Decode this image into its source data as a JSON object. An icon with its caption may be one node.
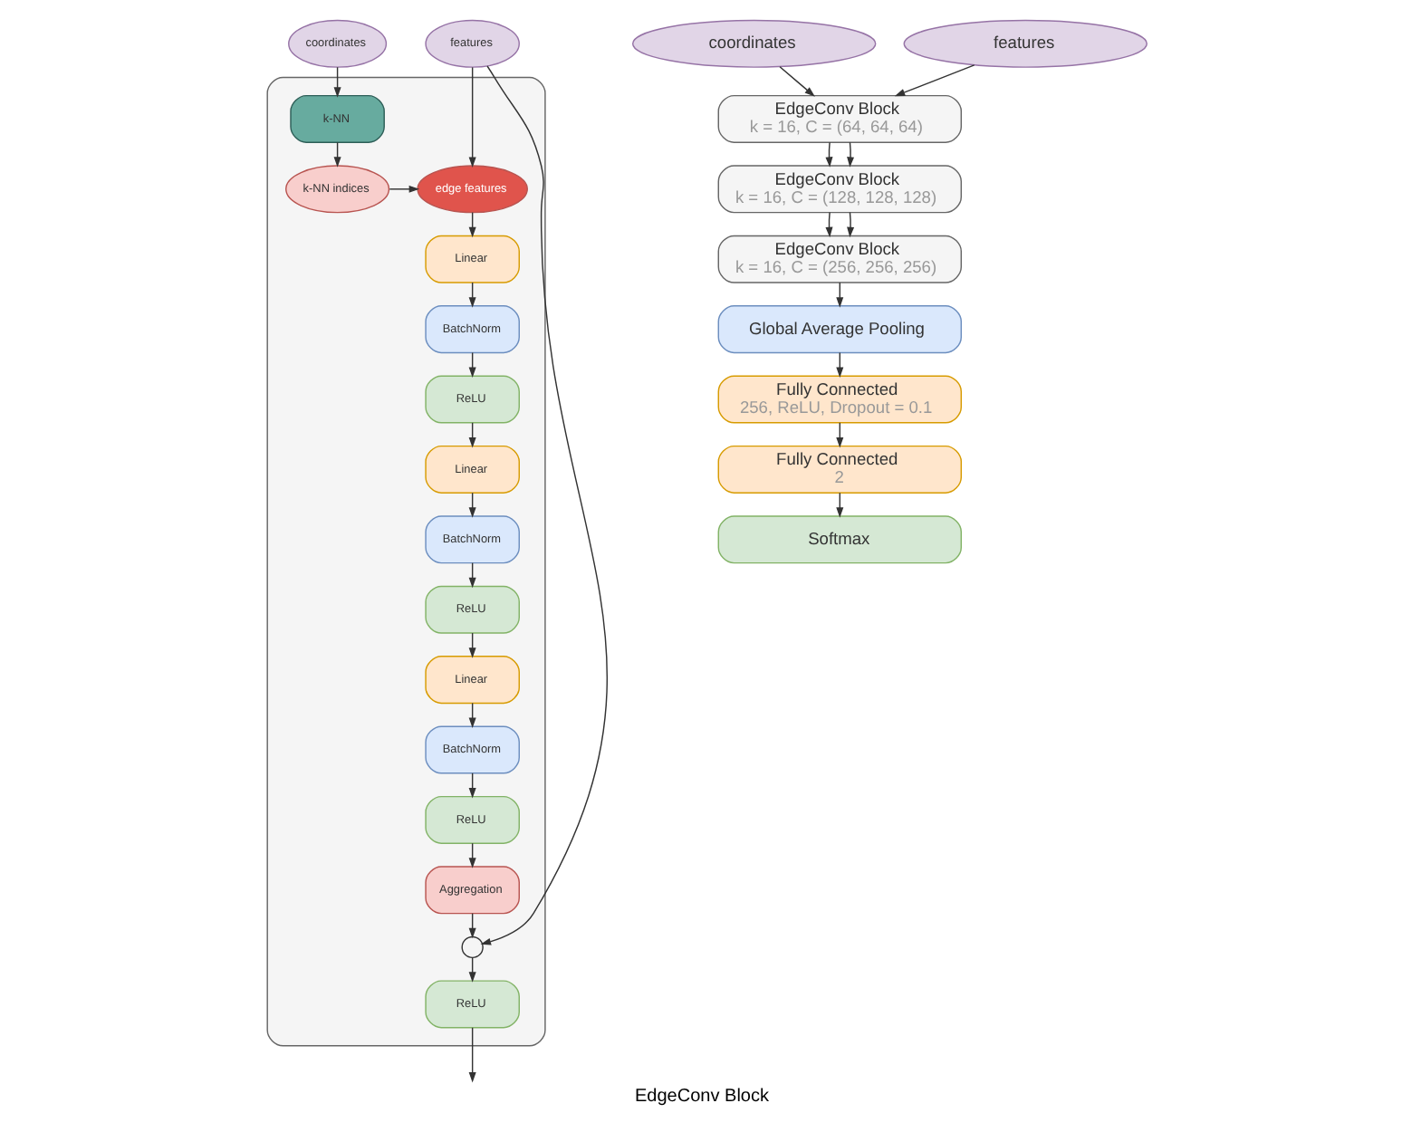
{
  "diagram": {
    "caption": "EdgeConv Block",
    "nodes": [
      {
        "text": [
          "coordinates"
        ]
      },
      {
        "text": [
          "features"
        ]
      },
      {
        "text": [],
        "shape": "box"
      },
      {
        "text": [
          "k-NN"
        ],
        "in": 2
      },
      {
        "text": [
          "k-NN indices"
        ],
        "in": 2
      },
      {
        "text": [
          "edge features"
        ],
        "in": 2
      },
      {
        "text": [
          "Linear"
        ],
        "in": 2
      },
      {
        "text": [
          "BatchNorm"
        ],
        "in": 2
      },
      {
        "text": [
          "ReLU"
        ],
        "in": 2
      },
      {
        "text": [
          "Linear"
        ],
        "in": 2
      },
      {
        "text": [
          "BatchNorm"
        ],
        "in": 2
      },
      {
        "text": [
          "ReLU"
        ],
        "in": 2
      },
      {
        "text": [
          "Linear"
        ],
        "in": 2
      },
      {
        "text": [
          "BatchNorm"
        ],
        "in": 2
      },
      {
        "text": [
          "ReLU"
        ],
        "in": 2
      },
      {
        "text": [
          "Aggregation"
        ],
        "in": 2
      },
      {
        "text": [],
        "shape": "circle",
        "in": 2
      },
      {
        "text": [
          "ReLU"
        ],
        "in": 2
      },
      {
        "text": [
          "coordinates"
        ]
      },
      {
        "text": [
          "features"
        ]
      },
      {
        "text": [
          "EdgeConv Block",
          "k = 16, C = (64, 64, 64)"
        ]
      },
      {
        "text": [
          "EdgeConv Block",
          "k = 16, C = (128, 128, 128)"
        ]
      },
      {
        "text": [
          "EdgeConv Block",
          "k = 16, C = (256, 256, 256)"
        ]
      },
      {
        "text": [
          "Global Average Pooling"
        ]
      },
      {
        "text": [
          "Fully Connected",
          "256, ReLU, Dropout = 0.1"
        ]
      },
      {
        "text": [
          "Fully Connected",
          "2"
        ]
      },
      {
        "text": [
          "Softmax"
        ]
      }
    ],
    "edges": [
      {
        "from": 0,
        "to": 3,
        "arrow": "to"
      },
      {
        "from": 3,
        "to": 4,
        "arrow": "to"
      },
      {
        "from": 4,
        "to": 5,
        "arrow": "to"
      },
      {
        "from": 1,
        "to": 5,
        "arrow": "to"
      },
      {
        "from": 1,
        "to": 16,
        "arrow": "to"
      },
      {
        "from": 5,
        "to": 6,
        "arrow": "to"
      },
      {
        "from": 6,
        "to": 7,
        "arrow": "to"
      },
      {
        "from": 7,
        "to": 8,
        "arrow": "to"
      },
      {
        "from": 8,
        "to": 9,
        "arrow": "to"
      },
      {
        "from": 9,
        "to": 10,
        "arrow": "to"
      },
      {
        "from": 10,
        "to": 11,
        "arrow": "to"
      },
      {
        "from": 11,
        "to": 12,
        "arrow": "to"
      },
      {
        "from": 12,
        "to": 13,
        "arrow": "to"
      },
      {
        "from": 13,
        "to": 14,
        "arrow": "to"
      },
      {
        "from": 14,
        "to": 15,
        "arrow": "to"
      },
      {
        "from": 15,
        "to": 16,
        "arrow": "to"
      },
      {
        "from": 16,
        "to": 17,
        "arrow": "to"
      },
      {
        "from": 17,
        "to": null,
        "arrow": "to"
      },
      {
        "from": 18,
        "to": 20,
        "arrow": "to"
      },
      {
        "from": 19,
        "to": 20,
        "arrow": "to"
      },
      {
        "from": 20,
        "to": 21,
        "arrow": "to"
      },
      {
        "from": 20,
        "to": 21,
        "arrow": "to"
      },
      {
        "from": 21,
        "to": 22,
        "arrow": "to"
      },
      {
        "from": 21,
        "to": 22,
        "arrow": "to"
      },
      {
        "from": 22,
        "to": 23,
        "arrow": "to"
      },
      {
        "from": 23,
        "to": 24,
        "arrow": "to"
      },
      {
        "from": 24,
        "to": 25,
        "arrow": "to"
      },
      {
        "from": 25,
        "to": 26,
        "arrow": "to"
      }
    ]
  }
}
